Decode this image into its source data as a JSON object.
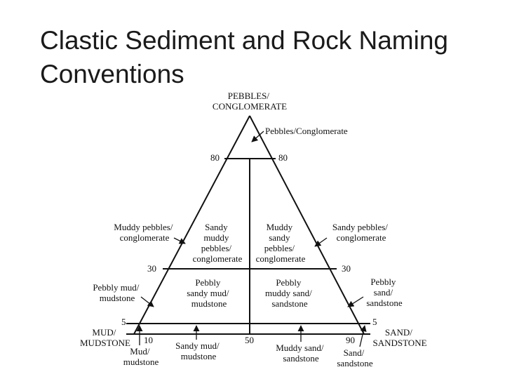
{
  "title": {
    "line1": "Clastic Sediment and Rock Naming",
    "line2": "Conventions"
  },
  "diagram": {
    "vertices": {
      "top": [
        "PEBBLES/",
        "CONGLOMERATE"
      ],
      "left": [
        "MUD/",
        "MUDSTONE"
      ],
      "right": [
        "SAND/",
        "SANDSTONE"
      ]
    },
    "boundary_ticks": {
      "p80_left": "80",
      "p80_right": "80",
      "p30_left": "30",
      "p30_right": "30",
      "p5_left": "5",
      "p5_right": "5",
      "b10": "10",
      "b50": "50",
      "b90": "90"
    },
    "fields": {
      "pebbles_conglomerate": [
        "Pebbles/Conglomerate"
      ],
      "muddy_pebbles": [
        "Muddy pebbles/",
        "conglomerate"
      ],
      "sandy_muddy_pebbles": [
        "Sandy",
        "muddy",
        "pebbles/",
        "conglomerate"
      ],
      "muddy_sandy_pebbles": [
        "Muddy",
        "sandy",
        "pebbles/",
        "conglomerate"
      ],
      "sandy_pebbles": [
        "Sandy pebbles/",
        "conglomerate"
      ],
      "pebbly_mud": [
        "Pebbly mud/",
        "mudstone"
      ],
      "pebbly_sandy_mud": [
        "Pebbly",
        "sandy mud/",
        "mudstone"
      ],
      "pebbly_muddy_sand": [
        "Pebbly",
        "muddy sand/",
        "sandstone"
      ],
      "pebbly_sand": [
        "Pebbly",
        "sand/",
        "sandstone"
      ],
      "mud": [
        "Mud/",
        "mudstone"
      ],
      "sandy_mud": [
        "Sandy mud/",
        "mudstone"
      ],
      "muddy_sand": [
        "Muddy sand/",
        "sandstone"
      ],
      "sand": [
        "Sand/",
        "sandstone"
      ]
    }
  }
}
